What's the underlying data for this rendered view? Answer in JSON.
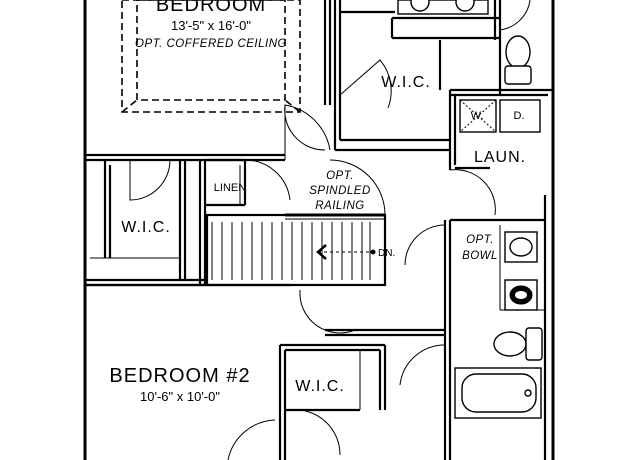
{
  "plan": {
    "bedroom_main": {
      "name": "BEDROOM",
      "dims": "13'-5\" x 16'-0\"",
      "note": "OPT. COFFERED CEILING"
    },
    "wic_top": "W.I.C.",
    "laundry": {
      "name": "LAUN.",
      "washer": "W.",
      "dryer": "D."
    },
    "linen": "LINEN",
    "railing_note": [
      "OPT.",
      "SPINDLED",
      "RAILING"
    ],
    "wic_left": "W.I.C.",
    "stairs_dn": "DN.",
    "bowl_note": [
      "OPT.",
      "BOWL"
    ],
    "bedroom2": {
      "name": "BEDROOM #2",
      "dims": "10'-6\" x 10'-0\""
    },
    "wic_bottom": "W.I.C."
  }
}
